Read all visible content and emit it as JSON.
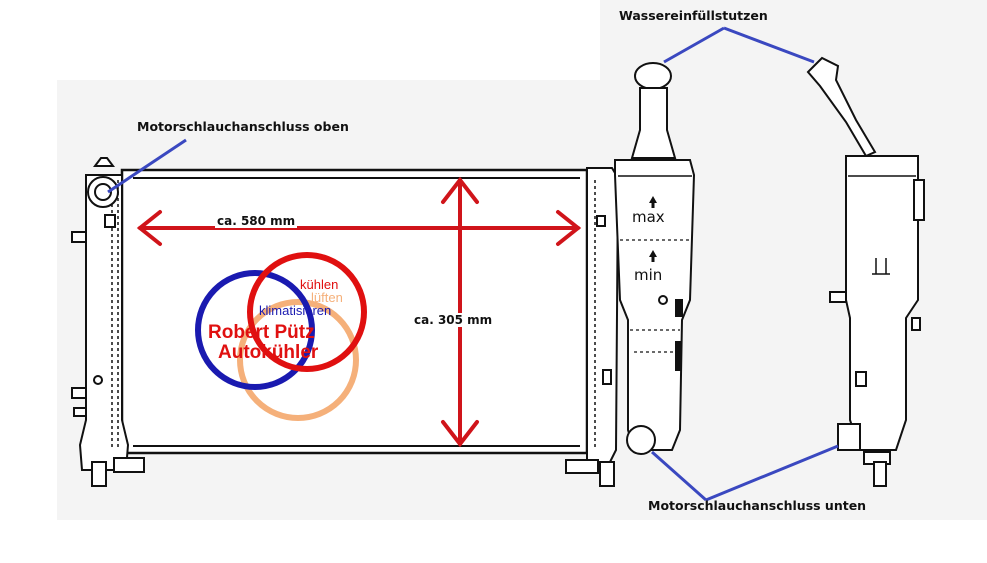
{
  "labels": {
    "inlet_top": "Motorschlauchanschluss oben",
    "filler_neck": "Wassereinfüllstutzen",
    "outlet_bottom": "Motorschlauchanschluss unten"
  },
  "dimensions": {
    "width": "ca. 580 mm",
    "height": "ca. 305 mm"
  },
  "logo": {
    "word1": "kühlen",
    "word2": "lüften",
    "word3": "klimatisieren",
    "line1": "Robert Pütz",
    "line2": "Autokühler"
  },
  "tank_marks": {
    "max": "max",
    "min": "min"
  },
  "colors": {
    "leader_line": "#3a48c0",
    "dimension_arrow": "#d0141a",
    "logo_blue": "#1a1ab0",
    "logo_red": "#e01010",
    "logo_orange": "#f5b07a"
  }
}
